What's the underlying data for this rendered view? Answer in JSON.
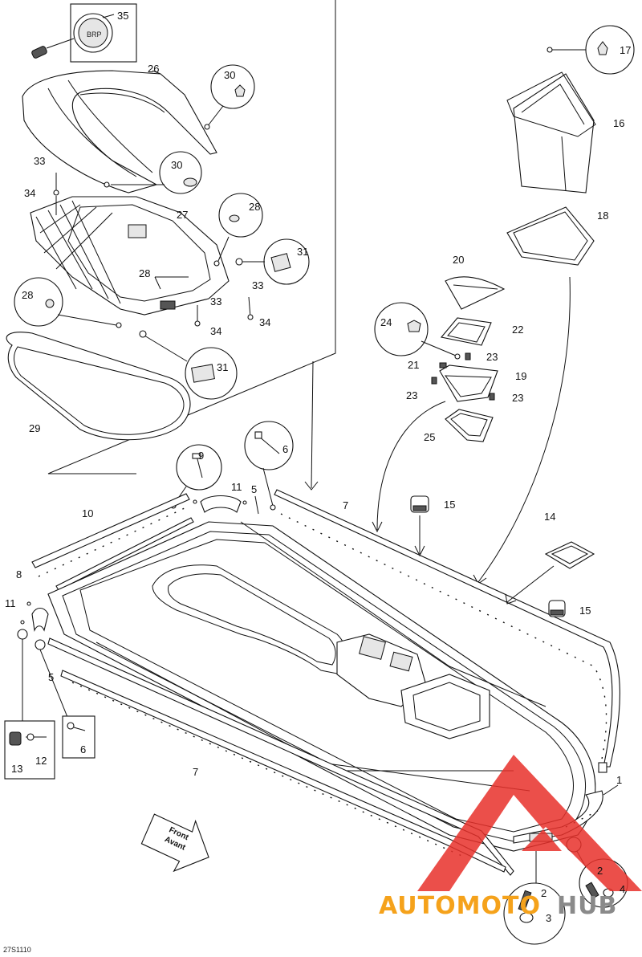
{
  "diagram": {
    "reference_code": "27S1110",
    "direction_arrow": {
      "line1": "Front",
      "line2": "Avant"
    },
    "watermark": {
      "part1": "AUTOMOTO",
      "part2": "HUB",
      "color1": "#f5a21b",
      "color2": "#8a8a8a",
      "logo_color": "#e8302a"
    },
    "callouts": [
      {
        "id": "c35",
        "text": "35"
      },
      {
        "id": "c26",
        "text": "26"
      },
      {
        "id": "c30a",
        "text": "30"
      },
      {
        "id": "c30b",
        "text": "30"
      },
      {
        "id": "c33a",
        "text": "33"
      },
      {
        "id": "c34a",
        "text": "34"
      },
      {
        "id": "c27",
        "text": "27"
      },
      {
        "id": "c28a",
        "text": "28"
      },
      {
        "id": "c31a",
        "text": "31"
      },
      {
        "id": "c28b",
        "text": "28"
      },
      {
        "id": "c28c",
        "text": "28"
      },
      {
        "id": "c33b",
        "text": "33"
      },
      {
        "id": "c33c",
        "text": "33"
      },
      {
        "id": "c34b",
        "text": "34"
      },
      {
        "id": "c34c",
        "text": "34"
      },
      {
        "id": "c31b",
        "text": "31"
      },
      {
        "id": "c29",
        "text": "29"
      },
      {
        "id": "c17",
        "text": "17"
      },
      {
        "id": "c16",
        "text": "16"
      },
      {
        "id": "c18",
        "text": "18"
      },
      {
        "id": "c20",
        "text": "20"
      },
      {
        "id": "c24",
        "text": "24"
      },
      {
        "id": "c22",
        "text": "22"
      },
      {
        "id": "c23a",
        "text": "23"
      },
      {
        "id": "c21",
        "text": "21"
      },
      {
        "id": "c19",
        "text": "19"
      },
      {
        "id": "c23b",
        "text": "23"
      },
      {
        "id": "c23c",
        "text": "23"
      },
      {
        "id": "c25",
        "text": "25"
      },
      {
        "id": "c6a",
        "text": "6"
      },
      {
        "id": "c9",
        "text": "9"
      },
      {
        "id": "c11a",
        "text": "11"
      },
      {
        "id": "c5a",
        "text": "5"
      },
      {
        "id": "c7a",
        "text": "7"
      },
      {
        "id": "c15a",
        "text": "15"
      },
      {
        "id": "c10",
        "text": "10"
      },
      {
        "id": "c14",
        "text": "14"
      },
      {
        "id": "c8",
        "text": "8"
      },
      {
        "id": "c11b",
        "text": "11"
      },
      {
        "id": "c15b",
        "text": "15"
      },
      {
        "id": "c5b",
        "text": "5"
      },
      {
        "id": "c6b",
        "text": "6"
      },
      {
        "id": "c13",
        "text": "13"
      },
      {
        "id": "c12",
        "text": "12"
      },
      {
        "id": "c7b",
        "text": "7"
      },
      {
        "id": "c1",
        "text": "1"
      },
      {
        "id": "c2a",
        "text": "2"
      },
      {
        "id": "c4",
        "text": "4"
      },
      {
        "id": "c2b",
        "text": "2"
      },
      {
        "id": "c3",
        "text": "3"
      }
    ]
  }
}
